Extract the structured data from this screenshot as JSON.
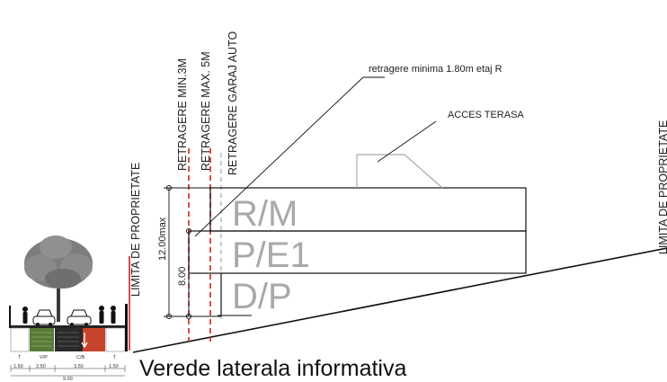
{
  "labels": {
    "retragere_min": "RETRAGERE MIN.3M",
    "retragere_max": "RETRAGERE MAX. 5M",
    "retragere_garaj": "RETRAGERE GARAJ AUTO",
    "limita_left": "LIMITA DE PROPRIETATE",
    "limita_right": "LIMITA DE PROPRIETATE",
    "retragere_minima": "retragere minima 1.80m etaj R",
    "acces_terasa": "ACCES TERASA",
    "caption": "Verede laterala informativa"
  },
  "floors": {
    "rm": "R/M",
    "pe1": "P/E1",
    "dp": "D/P"
  },
  "dimensions": {
    "height_max": "12.00max",
    "height_8": "8.00"
  },
  "street": {
    "zones": [
      "T",
      "V/P",
      "C/B",
      "T"
    ],
    "widths": [
      "1.50",
      "2.50",
      "3.50",
      "1.50"
    ],
    "total": "9.00"
  },
  "colors": {
    "setback_red": "#d42020",
    "brick_red": "#c8432b",
    "green_strip": "#5a7a3a",
    "floor_label": "#a9a9a9"
  }
}
